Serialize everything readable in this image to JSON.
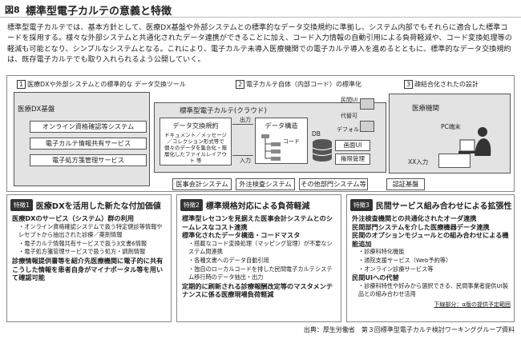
{
  "figure": {
    "number": "図8",
    "title": "標準型電子カルテの意義と特徴"
  },
  "intro": "標準型電子カルテでは、基本方針として、医療DX基盤や外部システムとの標準的なデータ交換規約に準拠し、システム内部でもそれらに適合した標準コードを採用する。様々な外部システムと共通化されたデータ連携ができることに加え、コード入力情報の自動引用による負荷軽減や、コード変換処理等の軽減も可能となり、シンプルなシステムとなる。これにより、電子カルテ未導入医療機関での電子カルテ導入を進めるとともに、標準的なデータ交換規約は、既存電子カルテでも取り入れられるよう公開していく。",
  "diagram": {
    "headers": [
      {
        "num": "1",
        "text": "医療DXや外部システムとの標準的な データ交換ツール"
      },
      {
        "num": "2",
        "text": "電子カルテ自体（内部コード）の標準化"
      },
      {
        "num": "3",
        "text": "疎結合化されたの設計"
      }
    ],
    "dx_base": {
      "title": "医療DX基盤",
      "items": [
        "オンライン資格確認等システム",
        "電子カルテ情報共有サービス",
        "電子処方箋管理サービス"
      ]
    },
    "cloud_title": "標準型電子カルテ(クラウド)",
    "exchange": {
      "title": "データ交換規約",
      "desc": "ドキュメント／メッセージ／コレクション形式等で個々のデータを集合化・階層化したファイルレイアウト 等"
    },
    "io": {
      "output": "出力",
      "input": "入力"
    },
    "structure": {
      "title": "データ構造",
      "code": "コード"
    },
    "db": "DB",
    "ui": {
      "private": "民間UI",
      "proxy": "代替可",
      "default": "デフォルトUI",
      "screen": "画面UI",
      "auth": "権限管理"
    },
    "institution": {
      "title": "医療機関",
      "pc": "PC端末",
      "xx_input": "XX入力"
    },
    "externals": [
      "医事会計システム",
      "外注検査システム",
      "その他部門システム等",
      "認証基盤"
    ]
  },
  "features": [
    {
      "badge": "特徴1",
      "title": "医療DXを活用した新たな付加価値",
      "items": [
        {
          "main": "医療DXのサービス（システム）群の利用",
          "subs": [
            "・オンライン資格確認システムで扱う特定健診等情報やレセプトから抽出された診療／薬剤情報",
            "・電子カルテ情報共有サービスで扱う3文書6情報",
            "・電子処方箋管理サービスで扱う処方・調剤情報"
          ]
        },
        {
          "main": "診療情報提供書等を紹介先医療機関に電子的に共有",
          "subs": []
        },
        {
          "main": "こうした情報を患者自身がマイナポータル等を用いて確認可能",
          "subs": []
        }
      ]
    },
    {
      "badge": "特徴2",
      "title": "標準規格対応による負荷軽減",
      "items": [
        {
          "main": "標準型レセコンを見据えた医事会計システムとのシームレスなコスト連携",
          "subs": []
        },
        {
          "main": "標準化されたデータ構造・コードマスタ",
          "subs": [
            "・搭載なコード変換処理（マッピング管理）が不要なシステム間連携",
            "・各種文書へのデータ自動引用",
            "・独自のローカルコードを排した民間電子カルテシステム移行時のデータ抽出・出力"
          ]
        },
        {
          "main": "定期的に刷新される診療報酬改定等のマスタメンテナンスに係る医療現場負荷軽減",
          "subs": []
        }
      ]
    },
    {
      "badge": "特徴3",
      "title": "民間サービス組み合わせによる拡張性",
      "items": [
        {
          "main": "外注検査機関との共通化されたオーダ連携",
          "subs": []
        },
        {
          "main": "民間部門システムを介した医療機器データ連携",
          "subs": []
        },
        {
          "main": "民間のオプションモジュールとの組み合わせによる機能追加",
          "subs": [
            "・診療科特化機能",
            "・通院支援サービス（Web予約等）",
            "・オンライン診療サービス等"
          ]
        },
        {
          "main": "民間UIへの代替",
          "subs": [
            "・診療科特性や好みから選択できる、民間事業者提供UI製品との組み合わせ活用"
          ]
        }
      ],
      "note": "下線部分：α版の提供予定範囲"
    }
  ],
  "source": "出典：厚生労働省　第３回標準型電子カルテ検討ワーキンググループ資料"
}
